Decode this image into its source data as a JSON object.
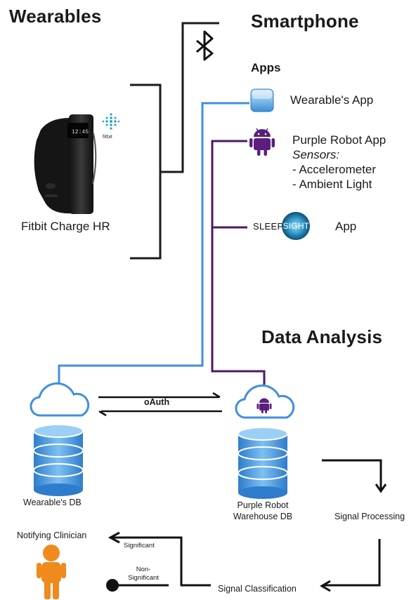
{
  "wearables": {
    "heading": "Wearables",
    "device_label": "Fitbit Charge HR",
    "watch_time": "12:45",
    "brand_mark": "fitbit"
  },
  "smartphone": {
    "heading": "Smartphone",
    "apps_heading": "Apps",
    "bluetooth_icon": "bluetooth-icon",
    "apps": [
      {
        "name": "Wearable's App",
        "icon": "app-tile-icon"
      },
      {
        "name": "Purple Robot App",
        "icon": "android-icon",
        "sensors_label": "Sensors:",
        "sensors": [
          "- Accelerometer",
          "- Ambient Light"
        ]
      },
      {
        "name": "App",
        "logo_left": "SLEEP",
        "logo_right": "SIGHT"
      }
    ]
  },
  "analysis": {
    "heading": "Data Analysis",
    "oauth_label": "oAuth",
    "wearable_db": "Wearable's DB",
    "pr_db_line1": "Purple Robot",
    "pr_db_line2": "Warehouse DB",
    "signal_processing": "Signal Processing",
    "signal_classification": "Signal Classification",
    "notifying": "Notifying Clinician",
    "significant": "Significant",
    "non_significant_1": "Non-",
    "non_significant_2": "Significant"
  },
  "colors": {
    "blue_line": "#3f8fe0",
    "purple_line": "#4a1a66",
    "android": "#5b1e7e",
    "db_blue": "#3d8fd8",
    "person": "#f08a1c"
  }
}
